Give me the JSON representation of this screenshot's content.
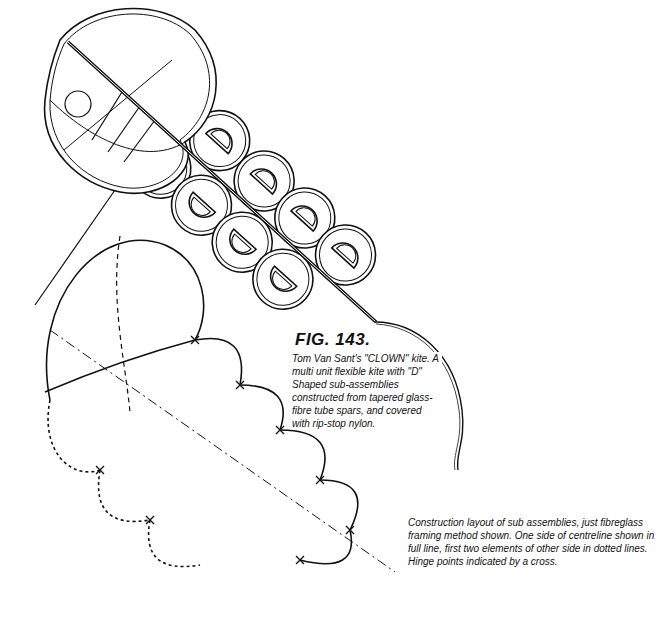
{
  "diagram": {
    "title": "FIG. 143.",
    "caption": "Tom Van Sant's \"CLOWN\" kite. A multi unit flexible kite with \"D\" Shaped sub-assemblies constructed from tapered glass-fibre tube spars, and covered with rip-stop nylon.",
    "labels": [
      "Construction layout of sub assemblies, just fibreglass framing method shown. One side of centreline shown in full line, first two elements of other side in dotted lines. Hinge points indicated by a cross."
    ]
  }
}
